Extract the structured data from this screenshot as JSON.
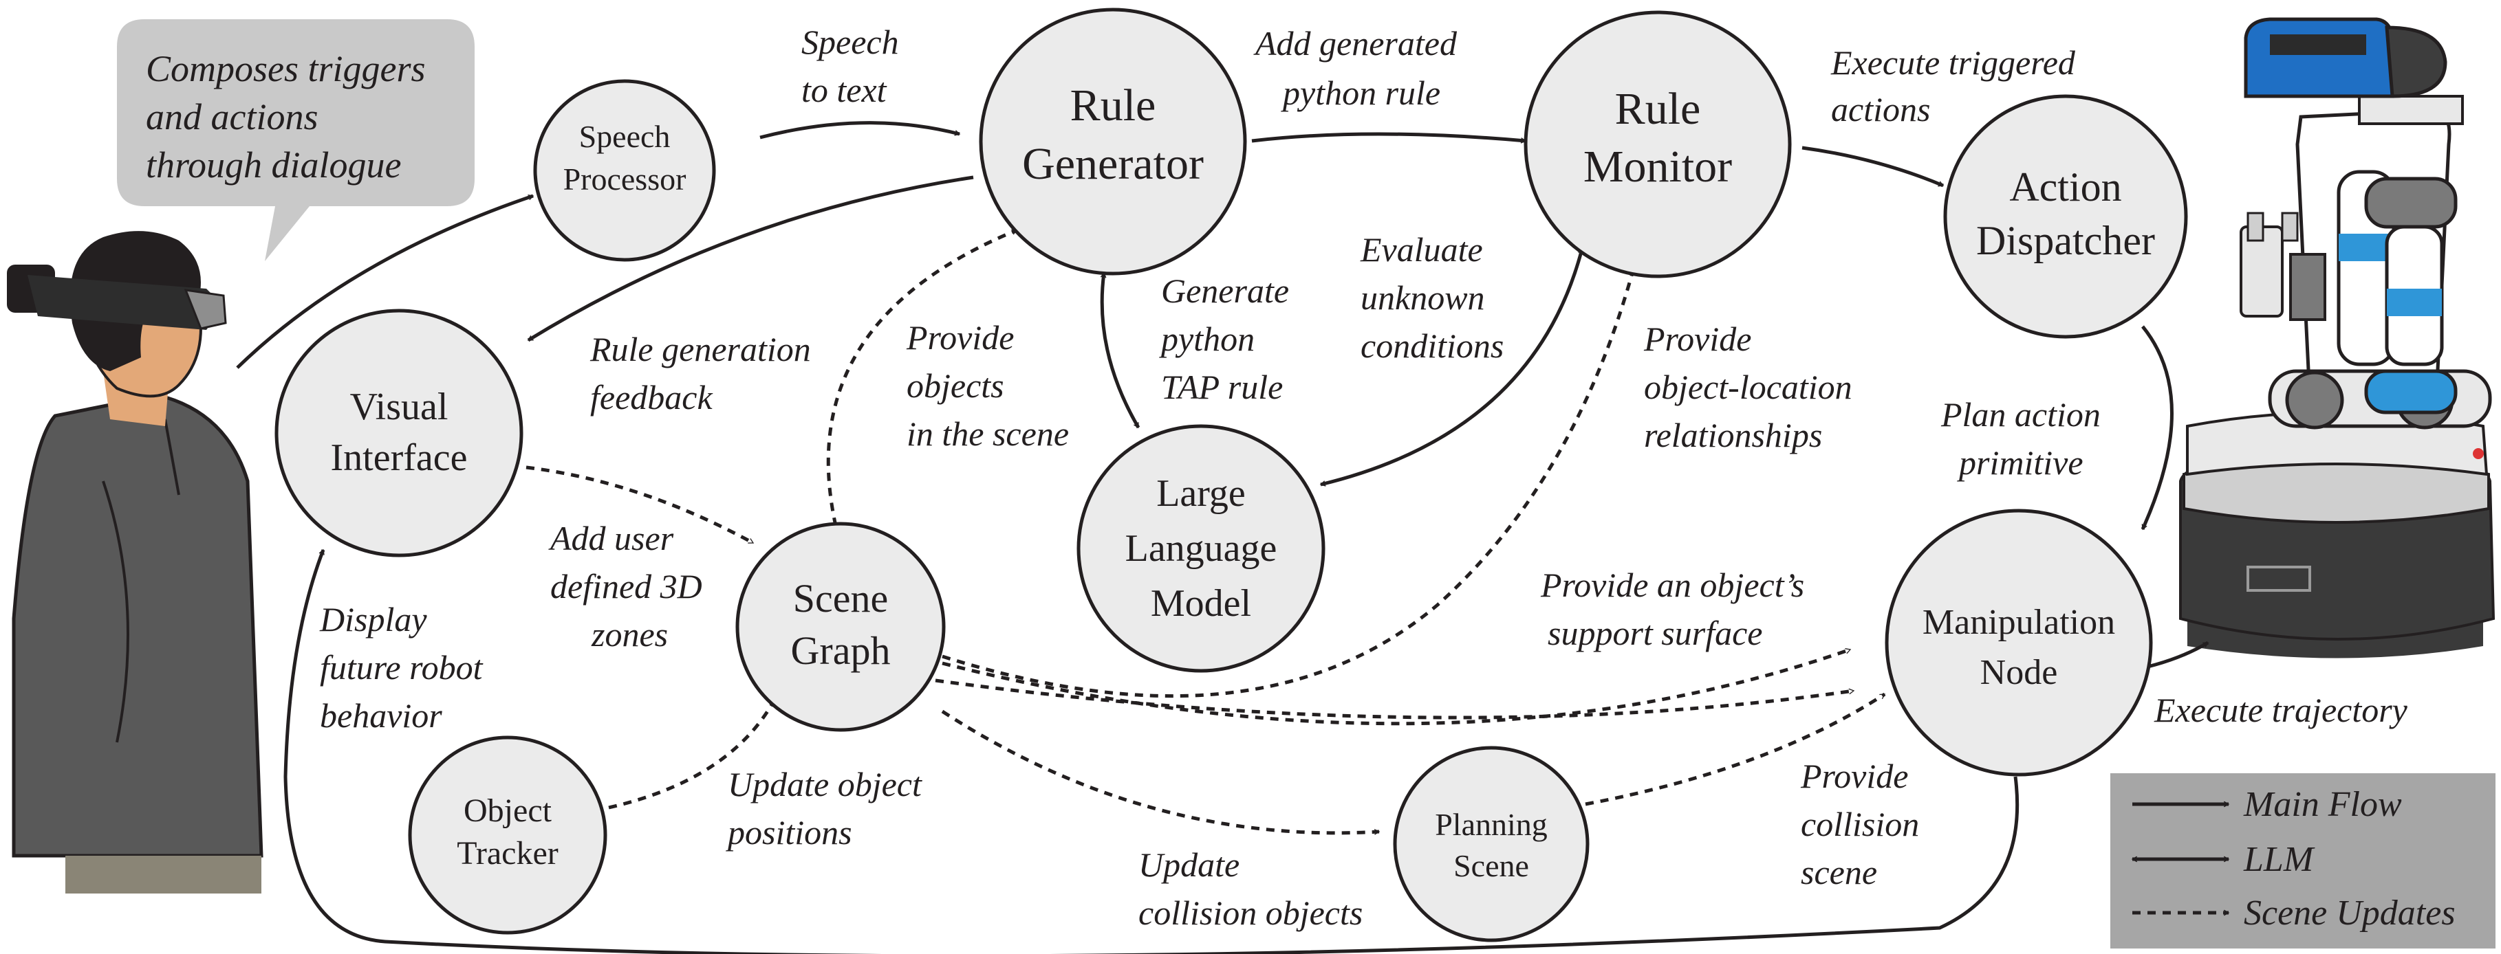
{
  "speech_bubble": {
    "lines": [
      "Composes triggers",
      "and actions",
      "through dialogue"
    ]
  },
  "nodes": {
    "speech_processor": [
      "Speech",
      "Processor"
    ],
    "rule_generator": [
      "Rule",
      "Generator"
    ],
    "rule_monitor": [
      "Rule",
      "Monitor"
    ],
    "action_dispatcher": [
      "Action",
      "Dispatcher"
    ],
    "visual_interface": [
      "Visual",
      "Interface"
    ],
    "scene_graph": [
      "Scene",
      "Graph"
    ],
    "large_language_model": [
      "Large",
      "Language",
      "Model"
    ],
    "manipulation_node": [
      "Manipulation",
      "Node"
    ],
    "object_tracker": [
      "Object",
      "Tracker"
    ],
    "planning_scene": [
      "Planning",
      "Scene"
    ]
  },
  "edge_labels": {
    "speech_to_text": [
      "Speech",
      "to text"
    ],
    "add_generated_rule": [
      "Add generated",
      "python rule"
    ],
    "execute_triggered": [
      "Execute triggered",
      "actions"
    ],
    "rule_generation_feedback": [
      "Rule generation",
      "feedback"
    ],
    "provide_objects": [
      "Provide",
      "objects",
      "in the scene"
    ],
    "generate_tap": [
      "Generate",
      "python",
      "TAP rule"
    ],
    "evaluate_unknown": [
      "Evaluate",
      "unknown",
      "conditions"
    ],
    "provide_object_location": [
      "Provide",
      "object-location",
      "relationships"
    ],
    "plan_action_primitive": [
      "Plan action",
      "primitive"
    ],
    "add_user_zones": [
      "Add user",
      "defined 3D",
      "zones"
    ],
    "display_future": [
      "Display",
      "future robot",
      "behavior"
    ],
    "provide_support_surface": [
      "Provide an object’s",
      "support surface"
    ],
    "execute_trajectory": [
      "Execute trajectory"
    ],
    "update_object_positions": [
      "Update object",
      "positions"
    ],
    "provide_collision_scene": [
      "Provide",
      "collision",
      "scene"
    ],
    "update_collision_objects": [
      "Update",
      "collision objects"
    ]
  },
  "legend": {
    "main_flow": "Main Flow",
    "llm": "LLM",
    "scene_updates": "Scene Updates"
  },
  "colors": {
    "node_fill": "#ebebeb",
    "stroke": "#231f20",
    "bubble_fill": "#c9c9c9",
    "legend_fill": "#a6a6a6",
    "robot_head_blue": "#1f6fc4",
    "robot_accent_blue": "#2f96d8",
    "skin": "#e3a878",
    "hair": "#231f20",
    "jacket": "#595959"
  }
}
